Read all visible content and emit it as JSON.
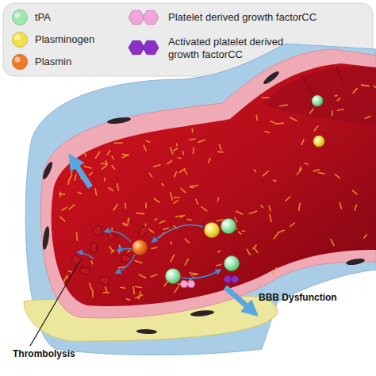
{
  "diagram": {
    "labels": [
      "Thrombolysis",
      "BBB Dysfunction"
    ],
    "legend": [
      {
        "text": "tPA",
        "color": "#9fe8b0"
      },
      {
        "text": "Plasminogen",
        "color": "#f2e24a"
      },
      {
        "text": "Plasmin",
        "color": "#f07a2a"
      },
      {
        "text": "Platelet derived growth factorCC",
        "color": "#f0a6d8"
      },
      {
        "text": "Activated platelet derived growth factorCC",
        "color": "#8b2fc9"
      }
    ]
  }
}
